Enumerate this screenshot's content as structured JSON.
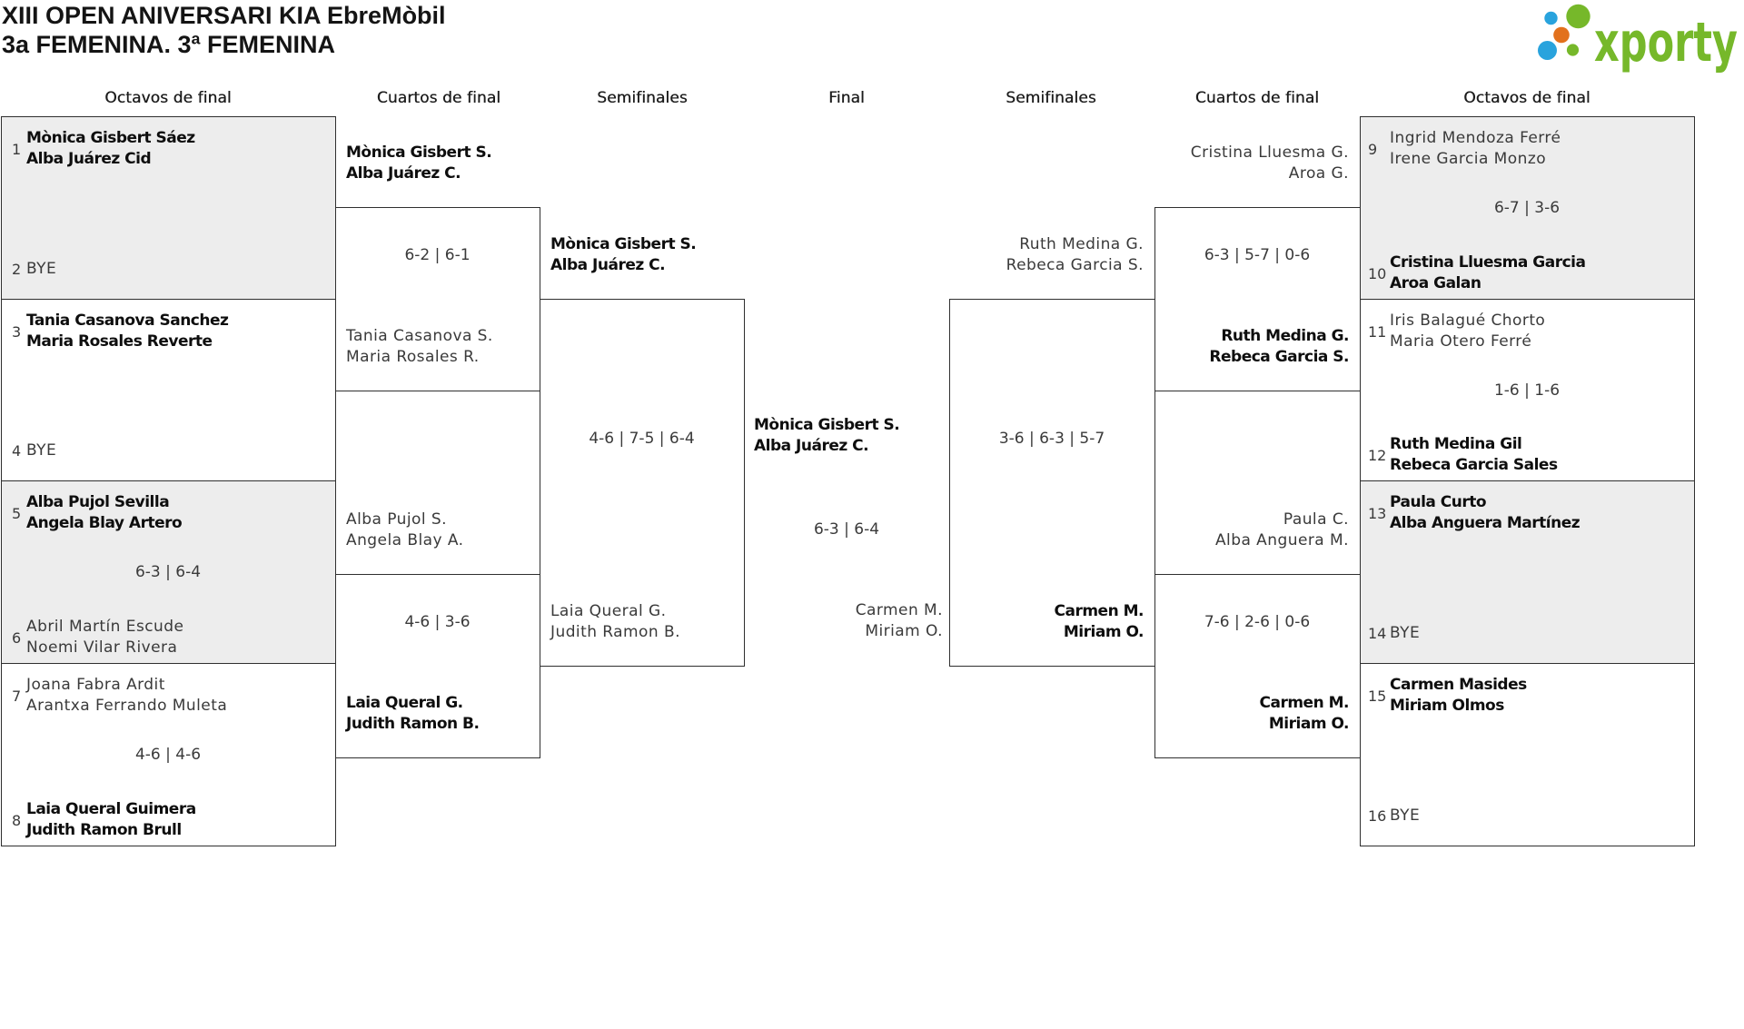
{
  "title": {
    "line1": "XIII OPEN ANIVERSARI KIA EbreMòbil",
    "line2": "3a FEMENINA. 3ª FEMENINA"
  },
  "logo": {
    "brand": "xporty"
  },
  "round_headers": [
    "Octavos de final",
    "Cuartos de final",
    "Semifinales",
    "Final",
    "Semifinales",
    "Cuartos de final",
    "Octavos de final"
  ],
  "bracket": {
    "r16_left": [
      {
        "seed_a": "1",
        "team_a": [
          "Mònica Gisbert Sáez",
          "Alba Juárez Cid"
        ],
        "seed_b": "2",
        "team_b": [
          "BYE"
        ],
        "score": ""
      },
      {
        "seed_a": "3",
        "team_a": [
          "Tania Casanova Sanchez",
          "Maria Rosales Reverte"
        ],
        "seed_b": "4",
        "team_b": [
          "BYE"
        ],
        "score": ""
      },
      {
        "seed_a": "5",
        "team_a": [
          "Alba Pujol Sevilla",
          "Angela Blay Artero"
        ],
        "seed_b": "6",
        "team_b": [
          "Abril Martín Escude",
          "Noemi Vilar Rivera"
        ],
        "score": "6-3 | 6-4"
      },
      {
        "seed_a": "7",
        "team_a": [
          "Joana Fabra Ardit",
          "Arantxa Ferrando Muleta"
        ],
        "seed_b": "8",
        "team_b": [
          "Laia Queral Guimera",
          "Judith Ramon Brull"
        ],
        "score": "4-6 | 4-6"
      }
    ],
    "r16_right": [
      {
        "seed_a": "9",
        "team_a": [
          "Ingrid Mendoza Ferré",
          "Irene Garcia Monzo"
        ],
        "seed_b": "10",
        "team_b": [
          "Cristina Lluesma Garcia",
          "Aroa Galan"
        ],
        "score": "6-7 | 3-6"
      },
      {
        "seed_a": "11",
        "team_a": [
          "Iris Balagué Chorto",
          "Maria Otero Ferré"
        ],
        "seed_b": "12",
        "team_b": [
          "Ruth Medina Gil",
          "Rebeca Garcia Sales"
        ],
        "score": "1-6 | 1-6"
      },
      {
        "seed_a": "13",
        "team_a": [
          "Paula Curto",
          "Alba Anguera Martínez"
        ],
        "seed_b": "14",
        "team_b": [
          "BYE"
        ],
        "score": ""
      },
      {
        "seed_a": "15",
        "team_a": [
          "Carmen Masides",
          "Miriam Olmos"
        ],
        "seed_b": "16",
        "team_b": [
          "BYE"
        ],
        "score": ""
      }
    ],
    "qf_left": [
      {
        "team_a": [
          "Mònica Gisbert S.",
          "Alba Juárez C."
        ],
        "team_b": [
          "Tania Casanova S.",
          "Maria Rosales R."
        ],
        "score": "6-2 | 6-1"
      },
      {
        "team_a": [
          "Alba Pujol S.",
          "Angela Blay A."
        ],
        "team_b": [
          "Laia Queral G.",
          "Judith Ramon B."
        ],
        "score": "4-6 | 3-6"
      }
    ],
    "qf_right": [
      {
        "team_a": [
          "Cristina Lluesma G.",
          "Aroa G."
        ],
        "team_b": [
          "Ruth Medina G.",
          "Rebeca Garcia S."
        ],
        "score": "6-3 | 5-7 | 0-6"
      },
      {
        "team_a": [
          "Paula C.",
          "Alba Anguera M."
        ],
        "team_b": [
          "Carmen M.",
          "Miriam O."
        ],
        "score": "7-6 | 2-6 | 0-6"
      }
    ],
    "sf_left": {
      "team_a": [
        "Mònica Gisbert S.",
        "Alba Juárez C."
      ],
      "team_b": [
        "Laia Queral G.",
        "Judith Ramon B."
      ],
      "score": "4-6 | 7-5 | 6-4"
    },
    "sf_right": {
      "team_a": [
        "Ruth Medina G.",
        "Rebeca Garcia S."
      ],
      "team_b": [
        "Carmen M.",
        "Miriam O."
      ],
      "score": "3-6 | 6-3 | 5-7"
    },
    "final": {
      "team_a": [
        "Mònica Gisbert S.",
        "Alba Juárez C."
      ],
      "team_b": [
        "Carmen M.",
        "Miriam O."
      ],
      "score": "6-3 | 6-4"
    }
  },
  "colors": {
    "shaded_box": "#ededed",
    "border": "#2f2f2f",
    "logo_green": "#76b82a",
    "logo_blue": "#29a3dd",
    "logo_orange": "#e2711d"
  }
}
